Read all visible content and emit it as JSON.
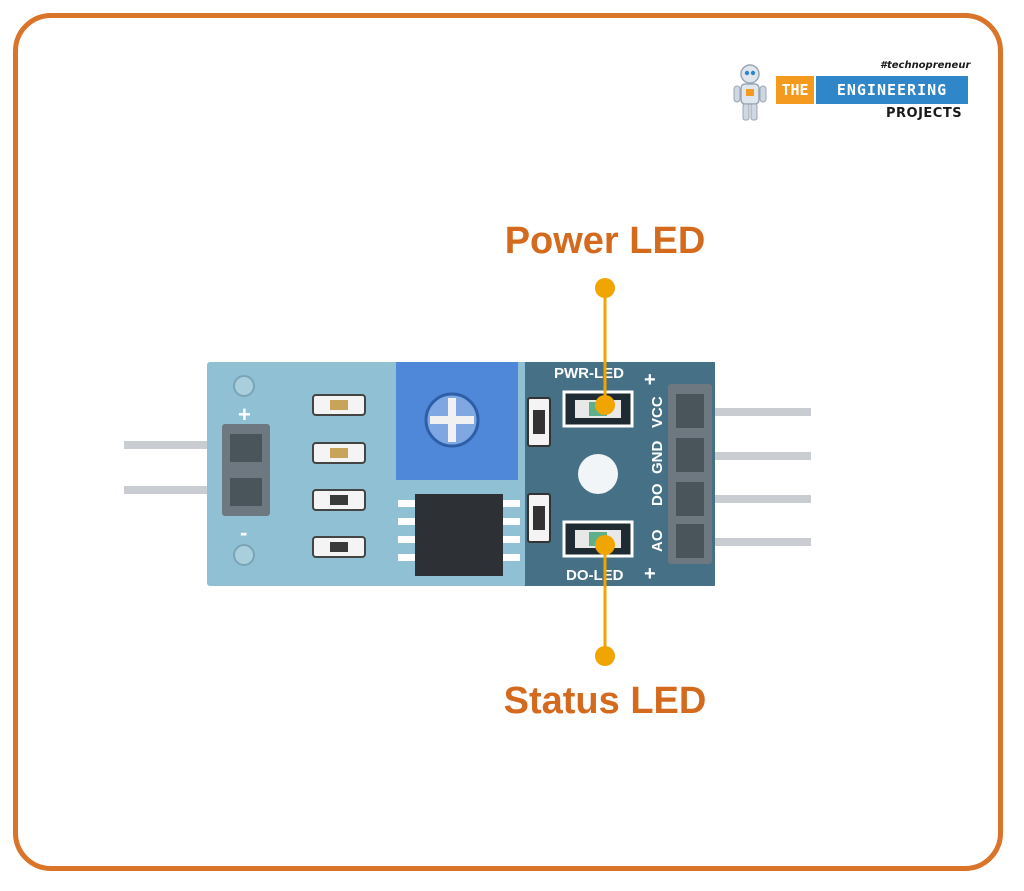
{
  "logo": {
    "tagline": "#technopreneur",
    "word_the": "THE",
    "word_engineering": "ENGINEERING",
    "word_projects": "PROJECTS",
    "icon": "robot-icon"
  },
  "callouts": {
    "power_led": "Power LED",
    "status_led": "Status LED"
  },
  "board_labels": {
    "pwr_led": "PWR-LED",
    "do_led": "DO-LED",
    "pins": [
      "VCC",
      "GND",
      "DO",
      "AO"
    ],
    "plus": "+",
    "minus": "-"
  },
  "colors": {
    "accent": "#d97428",
    "callout_text": "#d46a1e",
    "line": "#f0a500",
    "pcb": "#8ec1d6",
    "potentiometer": "#4b86d6",
    "logo_orange": "#f39a1f",
    "logo_blue": "#2f86c8"
  }
}
